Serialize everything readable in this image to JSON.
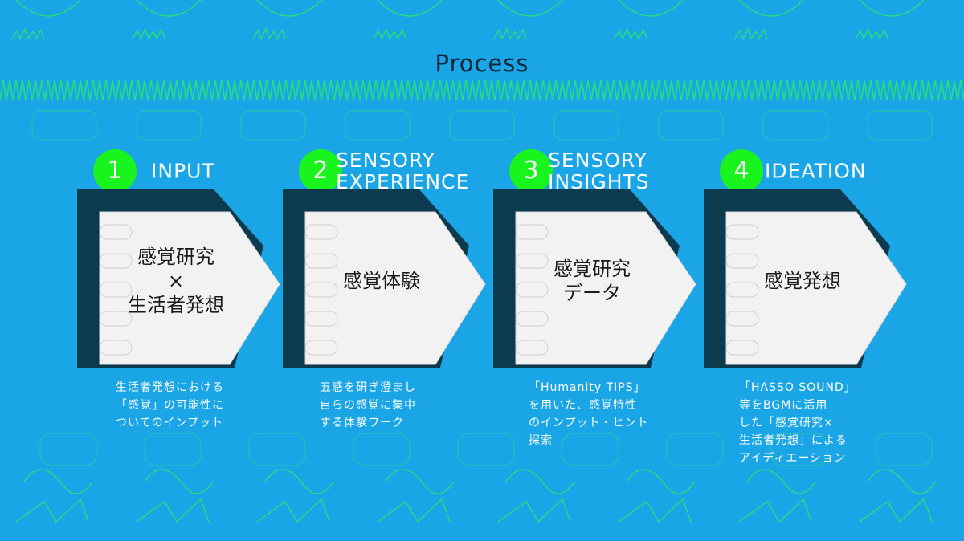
{
  "page": {
    "title": "Process"
  },
  "colors": {
    "background": "#1aa6e6",
    "accent": "#19f31e",
    "card": "#f2f2f2",
    "card_shadow": "#0c3a4f",
    "title": "#0b2a3a"
  },
  "steps": [
    {
      "number": "1",
      "heading": "INPUT",
      "card": "感覚研究\n×\n生活者発想",
      "description": "生活者発想における\n「感覚」の可能性に\nついてのインプット"
    },
    {
      "number": "2",
      "heading": "SENSORY\nEXPERIENCE",
      "card": "感覚体験",
      "description": "五感を研ぎ澄まし\n自らの感覚に集中\nする体験ワーク"
    },
    {
      "number": "3",
      "heading": "SENSORY\nINSIGHTS",
      "card": "感覚研究\nデータ",
      "description": "「Humanity TIPS」\nを用いた、感覚特性\nのインプット・ヒント\n探索"
    },
    {
      "number": "4",
      "heading": "IDEATION",
      "card": "感覚発想",
      "description": "「HASSO SOUND」\n等をBGMに活用\nした「感覚研究×\n生活者発想」による\nアイディエーション"
    }
  ]
}
